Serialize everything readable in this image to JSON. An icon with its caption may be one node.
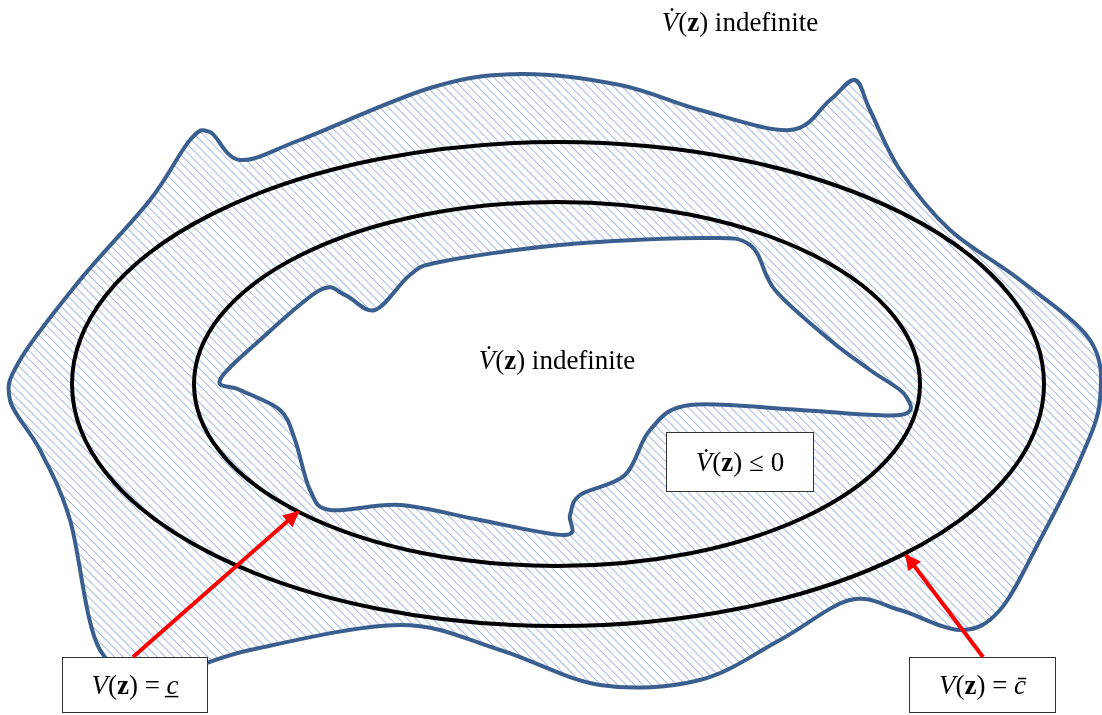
{
  "diagram": {
    "nodes": [
      {
        "text": [],
        "shape": "ellipse"
      },
      {
        "text": [],
        "shape": "ellipse",
        "in": 0
      },
      {
        "text": [
          "*V̇*(**z**) ≤ 0"
        ],
        "in": 1
      },
      {
        "text": [
          "*V*(**z**) = *c̲*"
        ]
      },
      {
        "text": [
          "*V*(**z**) = *c̄*"
        ]
      }
    ],
    "edges": [
      {
        "from": 3,
        "to": 1,
        "arrow": "to"
      },
      {
        "from": 4,
        "to": 0,
        "arrow": "to"
      }
    ],
    "labels": [
      "*V̇*(**z**) indefinite",
      "*V̇*(**z**) indefinite"
    ]
  }
}
